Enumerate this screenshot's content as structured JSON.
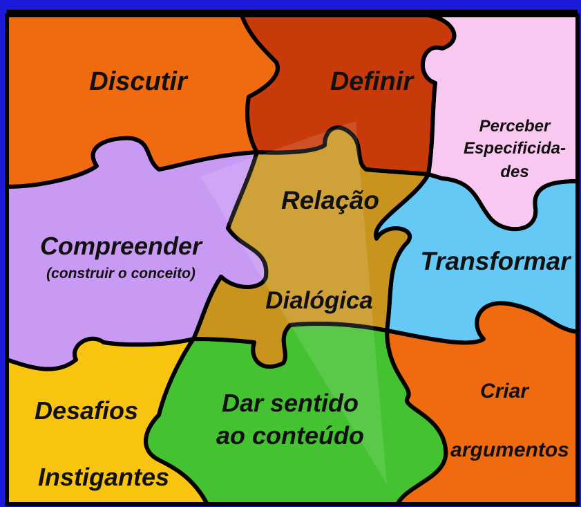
{
  "colors": {
    "frame": "#1a1ad8",
    "background": "#000000",
    "discutir": "#f06a10",
    "definir": "#c83a0a",
    "perceber": "#f8c8f0",
    "compreender": "#c89af4",
    "relacao": "#c8941e",
    "transformar": "#66c8f4",
    "desafios": "#f8c410",
    "dar_sentido": "#44c232",
    "criar": "#f06a10"
  },
  "pieces": {
    "discutir": {
      "label": "Discutir"
    },
    "definir": {
      "label": "Definir"
    },
    "perceber": {
      "line1": "Perceber",
      "line2": "Especificida-",
      "line3": "des"
    },
    "compreender": {
      "label": "Compreender",
      "sub": "(construir o conceito)"
    },
    "relacao": {
      "label": "Relação"
    },
    "dialogica": {
      "label": "Dialógica"
    },
    "transformar": {
      "label": "Transformar"
    },
    "desafios": {
      "line1": "Desafios",
      "line2": "Instigantes"
    },
    "dar_sentido": {
      "line1": "Dar sentido",
      "line2": "ao conteúdo"
    },
    "criar": {
      "line1": "Criar",
      "line2": "argumentos"
    }
  }
}
